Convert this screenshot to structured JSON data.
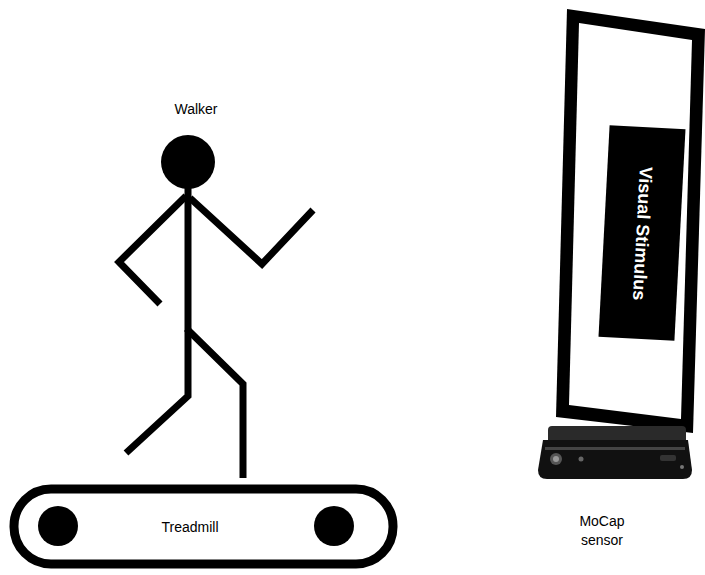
{
  "diagram": {
    "nodes": [
      {
        "text": [
          "Treadmill"
        ]
      },
      {
        "text": [
          "Visual Stimulus"
        ]
      }
    ],
    "labels": [
      "Walker",
      "MoCap sensor"
    ]
  }
}
